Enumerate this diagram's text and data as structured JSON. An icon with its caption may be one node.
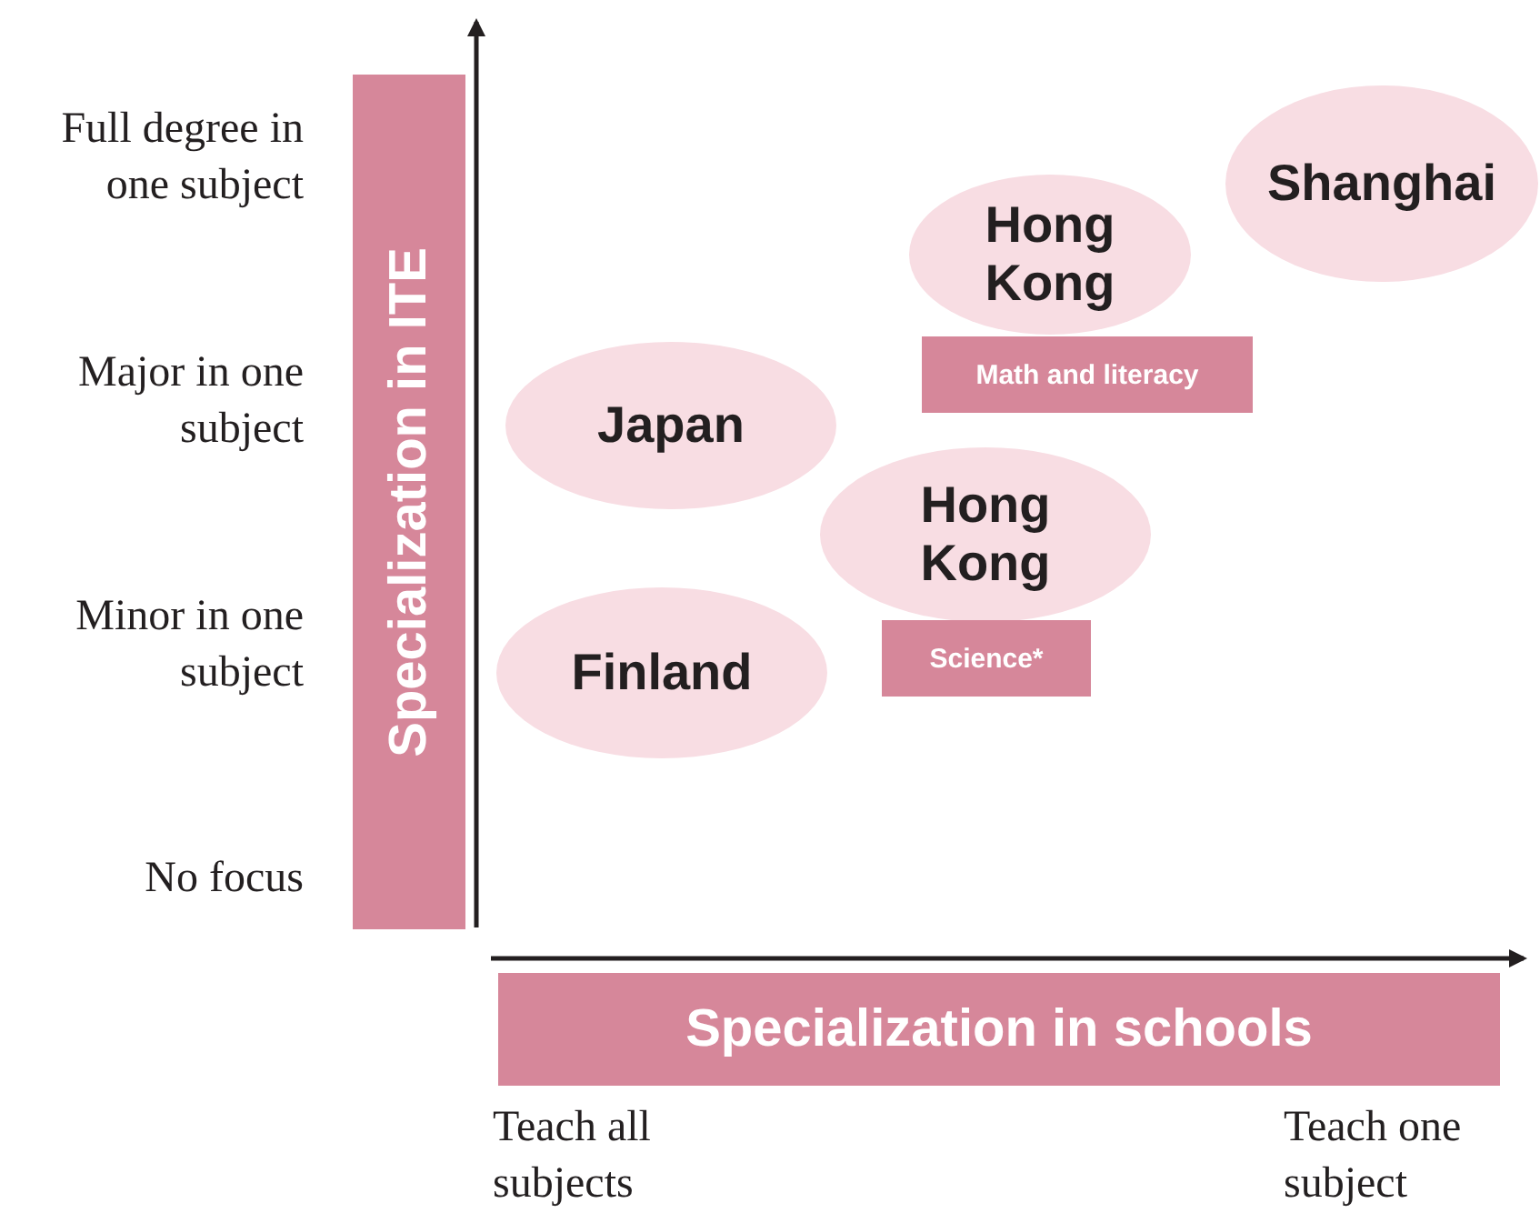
{
  "diagram": {
    "nodes": [
      {
        "text": [
          "Shanghai"
        ]
      },
      {
        "text": [
          "Hong Kong"
        ]
      },
      {
        "text": [
          "Math and literacy"
        ]
      },
      {
        "text": [
          "Japan"
        ]
      },
      {
        "text": [
          "Hong Kong"
        ]
      },
      {
        "text": [
          "Science*"
        ]
      },
      {
        "text": [
          "Finland"
        ]
      },
      {
        "text": [
          "Specialization in ITE"
        ]
      },
      {
        "text": [
          "Specialization in schools"
        ]
      }
    ],
    "edges": [],
    "labels": [
      "Full degree in one subject",
      "Major in one subject",
      "Minor in one subject",
      "No focus",
      "Teach all subjects",
      "Teach one subject"
    ]
  }
}
